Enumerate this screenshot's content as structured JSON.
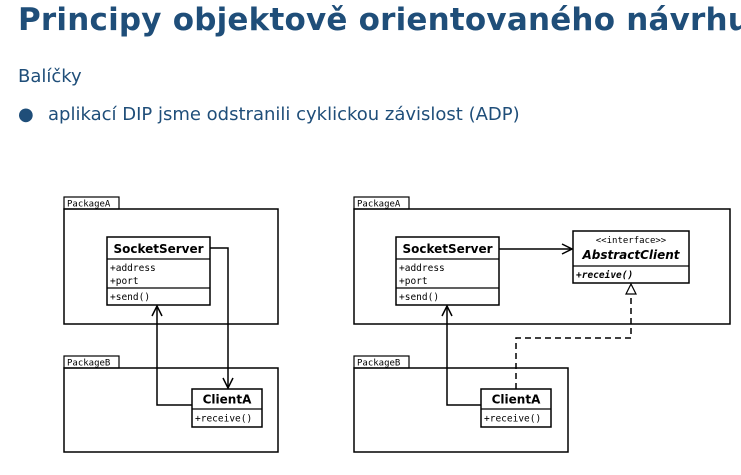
{
  "slide": {
    "title": "Principy objektově orientovaného návrhu",
    "subtitle": "Balíčky",
    "bullet": "aplikací DIP jsme odstranili cyklickou závislost (ADP)"
  },
  "colors": {
    "heading": "#1f4e79",
    "line": "#000000"
  },
  "diagram_left": {
    "package_a": "PackageA",
    "package_b": "PackageB",
    "server": {
      "name": "SocketServer",
      "attr1": "+address",
      "attr2": "+port",
      "op": "+send()"
    },
    "client": {
      "name": "ClientA",
      "op": "+receive()"
    }
  },
  "diagram_right": {
    "package_a": "PackageA",
    "package_b": "PackageB",
    "server": {
      "name": "SocketServer",
      "attr1": "+address",
      "attr2": "+port",
      "op": "+send()"
    },
    "interface": {
      "stereotype": "<<interface>>",
      "name": "AbstractClient",
      "op": "+receive()"
    },
    "client": {
      "name": "ClientA",
      "op": "+receive()"
    }
  }
}
